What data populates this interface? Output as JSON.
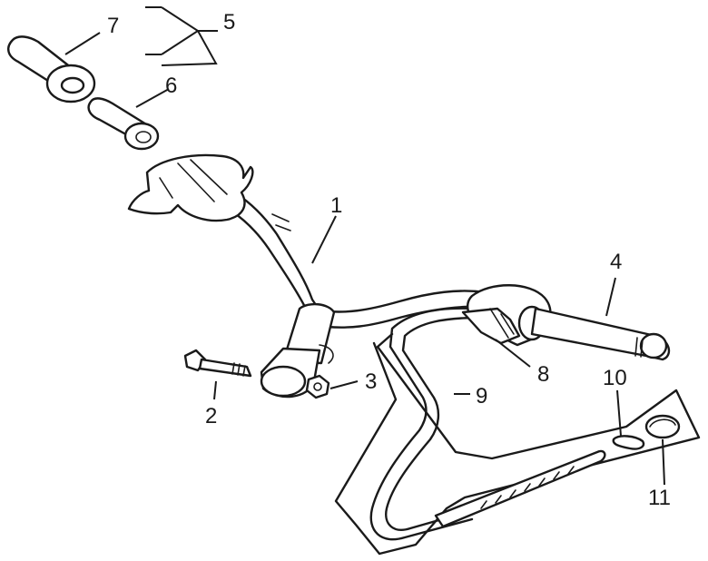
{
  "diagram": {
    "parts": [
      {
        "id": "handlebar",
        "label": "1"
      },
      {
        "id": "bolt",
        "label": "2"
      },
      {
        "id": "nut",
        "label": "3"
      },
      {
        "id": "right-grip",
        "label": "4"
      },
      {
        "id": "left-grip-assembly",
        "label": "5"
      },
      {
        "id": "inner-sleeve",
        "label": "6"
      },
      {
        "id": "outer-grip",
        "label": "7"
      },
      {
        "id": "throttle-housing",
        "label": "8"
      },
      {
        "id": "throttle-cable",
        "label": "9"
      },
      {
        "id": "cable-clip-a",
        "label": "10"
      },
      {
        "id": "cable-clip-b",
        "label": "11"
      }
    ]
  }
}
